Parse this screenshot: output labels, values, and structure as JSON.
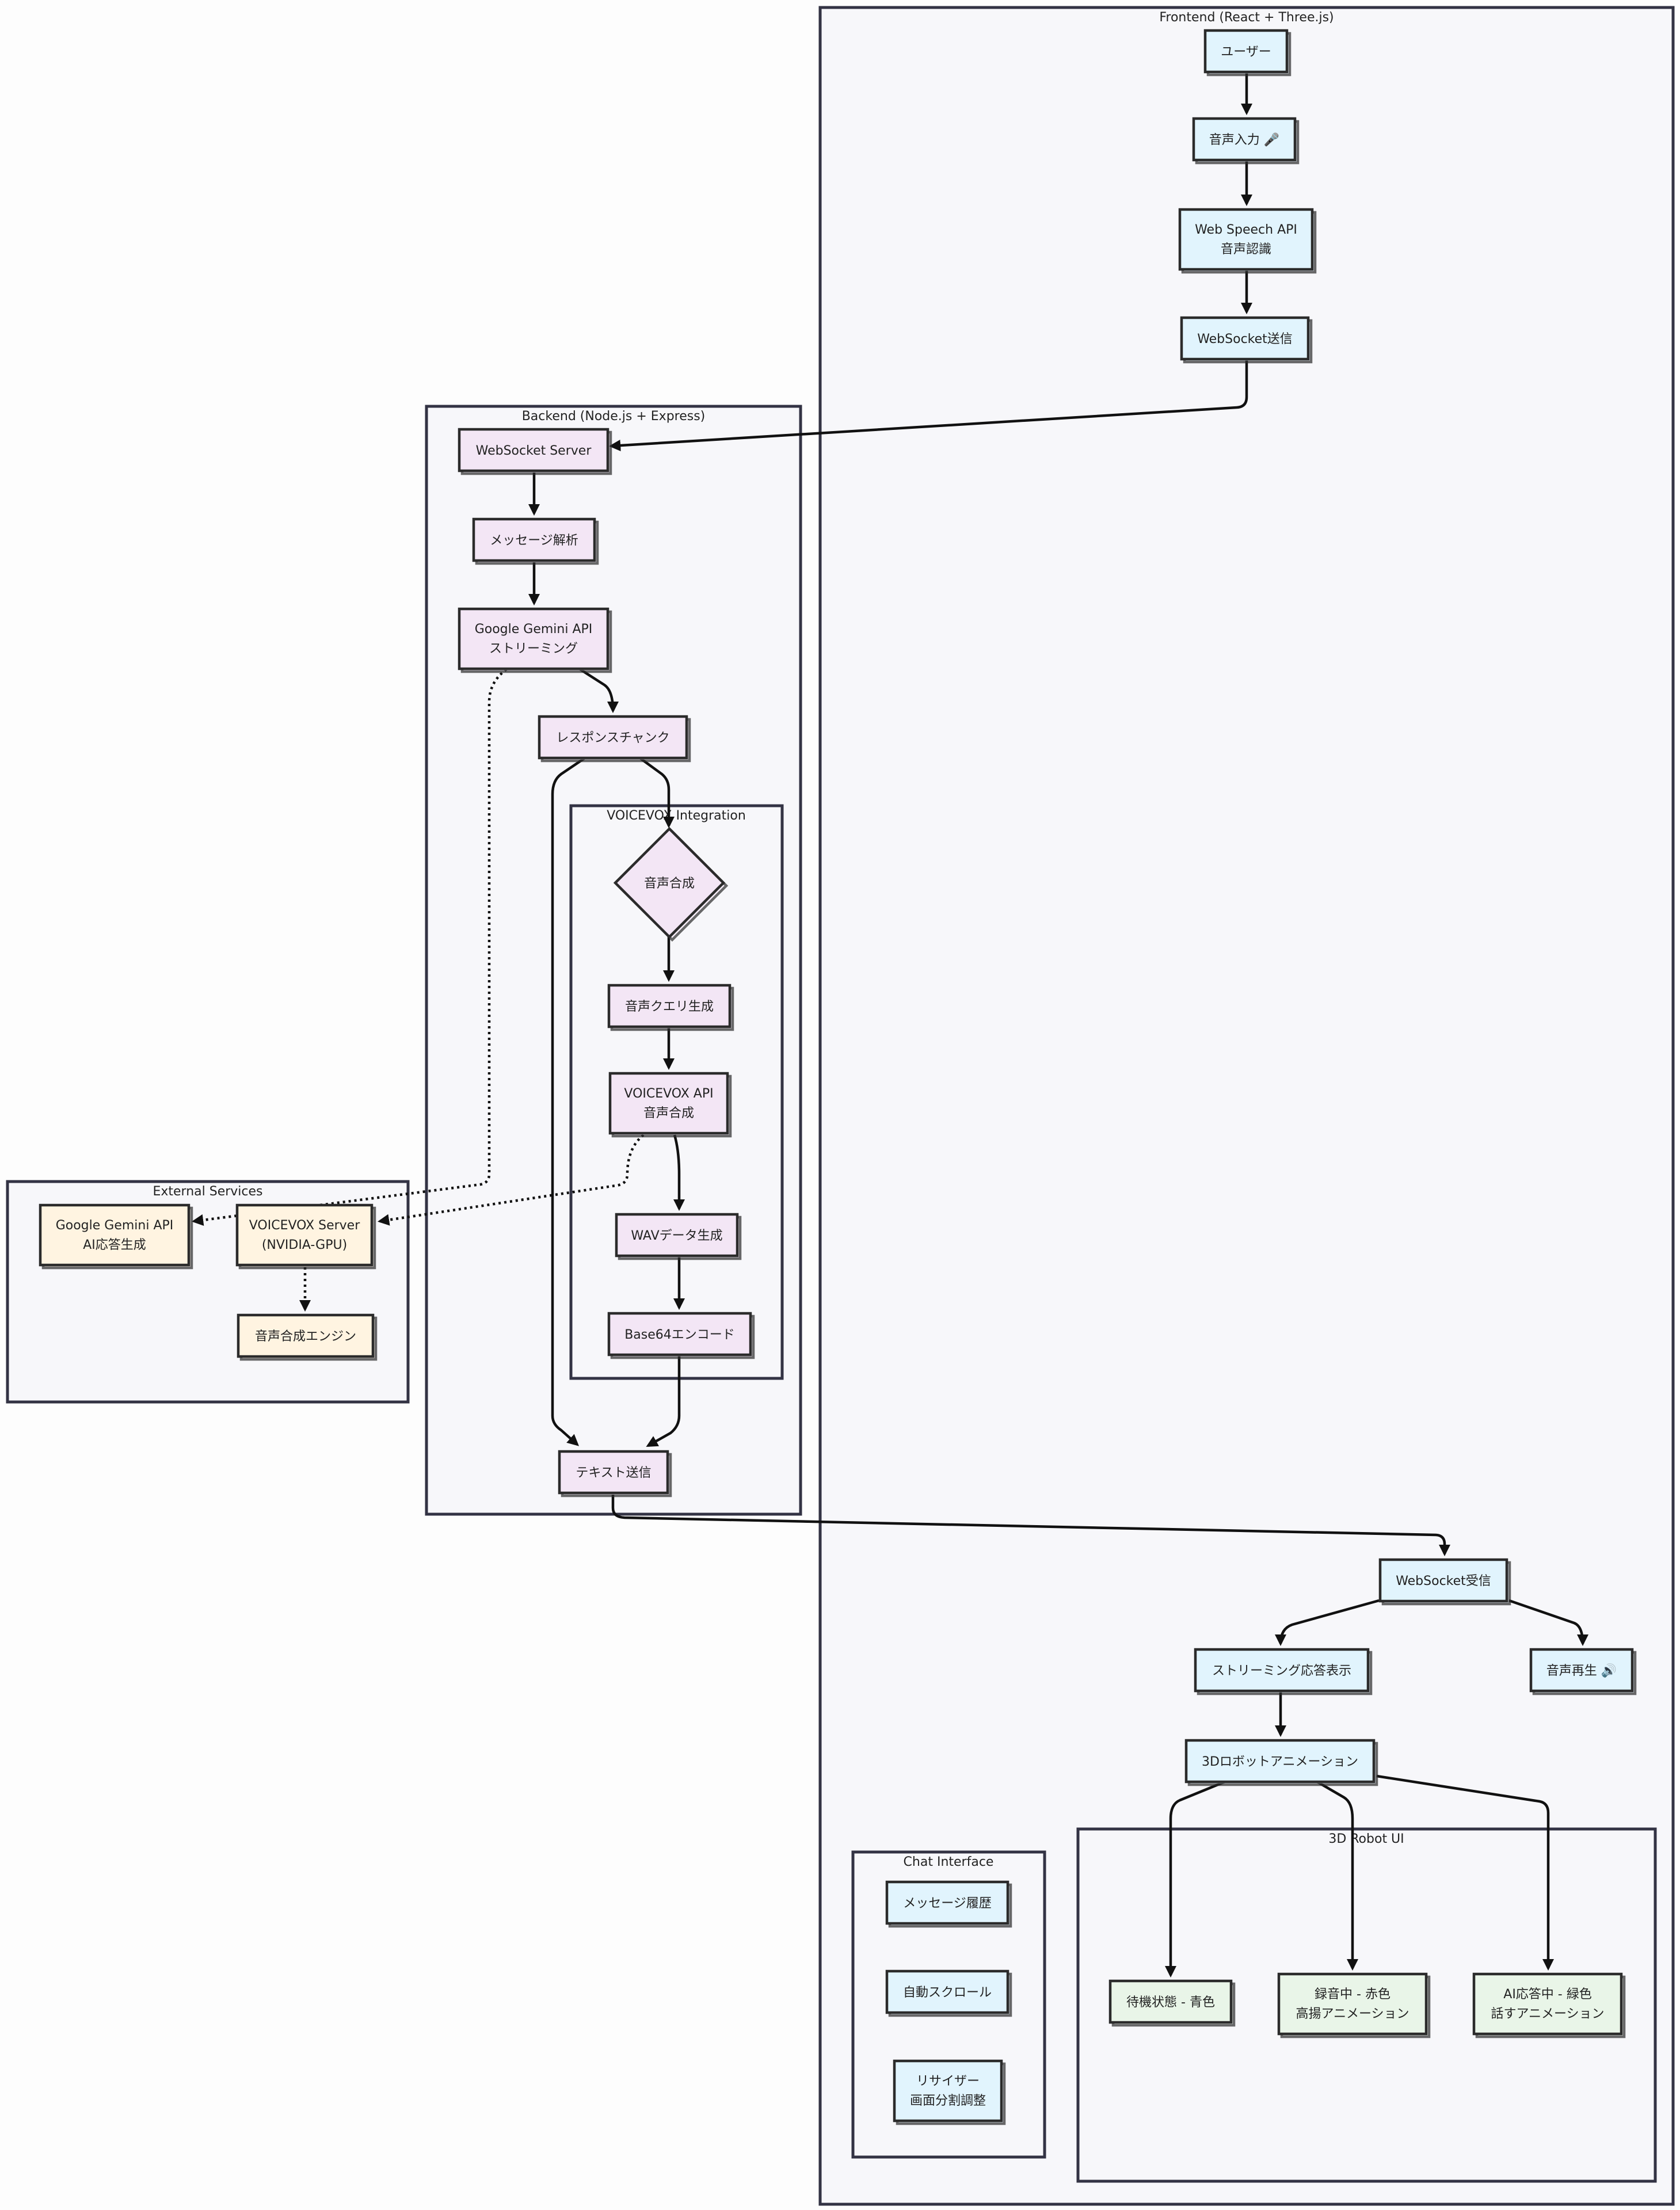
{
  "clusters": {
    "frontend": "Frontend (React + Three.js)",
    "backend": "Backend (Node.js + Express)",
    "voicevox": "VOICEVOX Integration",
    "external": "External Services",
    "chat": "Chat Interface",
    "robot": "3D Robot UI"
  },
  "nodes": {
    "user": [
      "ユーザー"
    ],
    "voice_input": [
      "音声入力 🎤"
    ],
    "web_speech": [
      "Web Speech API",
      "音声認識"
    ],
    "ws_send": [
      "WebSocket送信"
    ],
    "ws_server": [
      "WebSocket Server"
    ],
    "msg_parse": [
      "メッセージ解析"
    ],
    "gemini_stream": [
      "Google Gemini API",
      "ストリーミング"
    ],
    "response_chunk": [
      "レスポンスチャンク"
    ],
    "synth_decision": [
      "音声合成"
    ],
    "audio_query": [
      "音声クエリ生成"
    ],
    "voicevox_api": [
      "VOICEVOX API",
      "音声合成"
    ],
    "wav_gen": [
      "WAVデータ生成"
    ],
    "base64": [
      "Base64エンコード"
    ],
    "text_send": [
      "テキスト送信"
    ],
    "ext_gemini": [
      "Google Gemini API",
      "AI応答生成"
    ],
    "ext_voicevox": [
      "VOICEVOX Server",
      "(NVIDIA-GPU)"
    ],
    "synth_engine": [
      "音声合成エンジン"
    ],
    "ws_receive": [
      "WebSocket受信"
    ],
    "stream_display": [
      "ストリーミング応答表示"
    ],
    "audio_play": [
      "音声再生 🔊"
    ],
    "robot_anim": [
      "3Dロボットアニメーション"
    ],
    "msg_history": [
      "メッセージ履歴"
    ],
    "auto_scroll": [
      "自動スクロール"
    ],
    "resizer": [
      "リサイザー",
      "画面分割調整"
    ],
    "idle": [
      "待機状態 - 青色"
    ],
    "recording": [
      "録音中 - 赤色",
      "高揚アニメーション"
    ],
    "ai_responding": [
      "AI応答中 - 緑色",
      "話すアニメーション"
    ]
  },
  "colors": {
    "frontend_fill": "#e1f4fd",
    "backend_fill": "#f3e6f5",
    "external_fill": "#fff4e1",
    "robot_fill": "#e9f5e8",
    "cluster_fill": "#f7f7fa",
    "stroke": "#2b2b2b"
  }
}
